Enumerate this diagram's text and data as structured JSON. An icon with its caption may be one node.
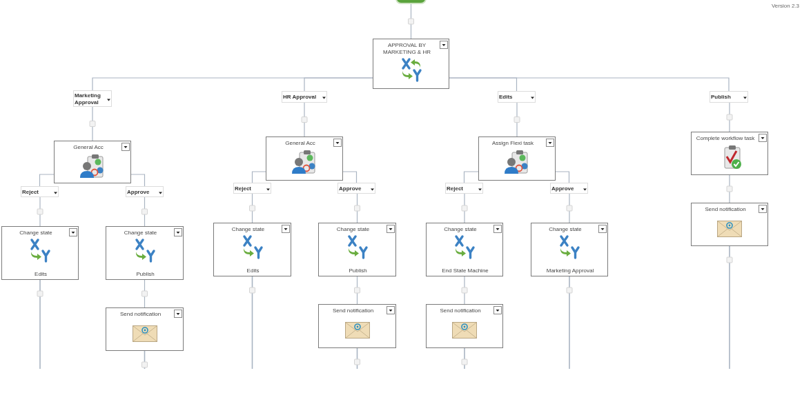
{
  "diagram": {
    "nodes": [
      {
        "text": [],
        "shape": "box"
      },
      {
        "text": [
          "APPROVAL BY MARKETING & HR"
        ]
      },
      {
        "text": [
          "Marketing Approval"
        ]
      },
      {
        "text": [
          "HR Approval"
        ]
      },
      {
        "text": [
          "Edits"
        ]
      },
      {
        "text": [
          "Publish"
        ]
      },
      {
        "text": [
          "General Acc"
        ]
      },
      {
        "text": [
          "Reject"
        ]
      },
      {
        "text": [
          "Approve"
        ]
      },
      {
        "text": [
          "Change state",
          "Edits"
        ]
      },
      {
        "text": [
          "Change state",
          "Publish"
        ]
      },
      {
        "text": [
          "Send notification"
        ]
      },
      {
        "text": [
          "General Acc"
        ]
      },
      {
        "text": [
          "Reject"
        ]
      },
      {
        "text": [
          "Approve"
        ]
      },
      {
        "text": [
          "Change state",
          "Edits"
        ]
      },
      {
        "text": [
          "Change state",
          "Publish"
        ]
      },
      {
        "text": [
          "Send notification"
        ]
      },
      {
        "text": [
          "Assign Flexi task"
        ]
      },
      {
        "text": [
          "Reject"
        ]
      },
      {
        "text": [
          "Approve"
        ]
      },
      {
        "text": [
          "Change state",
          "End State Machine"
        ]
      },
      {
        "text": [
          "Change state",
          "Marketing Approval"
        ]
      },
      {
        "text": [
          "Send notification"
        ]
      },
      {
        "text": [
          "Complete workflow task"
        ]
      },
      {
        "text": [
          "Send notification"
        ]
      }
    ],
    "edges": [
      {
        "from": 0,
        "to": 1,
        "arrow": "none"
      },
      {
        "from": 1,
        "to": 2,
        "arrow": "none"
      },
      {
        "from": 1,
        "to": 3,
        "arrow": "none"
      },
      {
        "from": 1,
        "to": 4,
        "arrow": "none"
      },
      {
        "from": 1,
        "to": 5,
        "arrow": "none"
      },
      {
        "from": 2,
        "to": 6,
        "arrow": "none"
      },
      {
        "from": 3,
        "to": 12,
        "arrow": "none"
      },
      {
        "from": 4,
        "to": 18,
        "arrow": "none"
      },
      {
        "from": 5,
        "to": 24,
        "arrow": "none"
      },
      {
        "from": 6,
        "to": 7,
        "arrow": "none"
      },
      {
        "from": 6,
        "to": 8,
        "arrow": "none"
      },
      {
        "from": 7,
        "to": 9,
        "arrow": "none"
      },
      {
        "from": 8,
        "to": 10,
        "arrow": "none"
      },
      {
        "from": 10,
        "to": 11,
        "arrow": "none"
      },
      {
        "from": 9,
        "to": null,
        "arrow": "none"
      },
      {
        "from": 11,
        "to": null,
        "arrow": "none"
      },
      {
        "from": 12,
        "to": 13,
        "arrow": "none"
      },
      {
        "from": 12,
        "to": 14,
        "arrow": "none"
      },
      {
        "from": 13,
        "to": 15,
        "arrow": "none"
      },
      {
        "from": 14,
        "to": 16,
        "arrow": "none"
      },
      {
        "from": 16,
        "to": 17,
        "arrow": "none"
      },
      {
        "from": 15,
        "to": null,
        "arrow": "none"
      },
      {
        "from": 17,
        "to": null,
        "arrow": "none"
      },
      {
        "from": 18,
        "to": 19,
        "arrow": "none"
      },
      {
        "from": 18,
        "to": 20,
        "arrow": "none"
      },
      {
        "from": 19,
        "to": 21,
        "arrow": "none"
      },
      {
        "from": 20,
        "to": 22,
        "arrow": "none"
      },
      {
        "from": 21,
        "to": 23,
        "arrow": "none"
      },
      {
        "from": 23,
        "to": null,
        "arrow": "none"
      },
      {
        "from": 22,
        "to": null,
        "arrow": "none"
      },
      {
        "from": 24,
        "to": 25,
        "arrow": "none"
      },
      {
        "from": 25,
        "to": null,
        "arrow": "none"
      }
    ],
    "labels": [
      "Version 2.3"
    ]
  }
}
